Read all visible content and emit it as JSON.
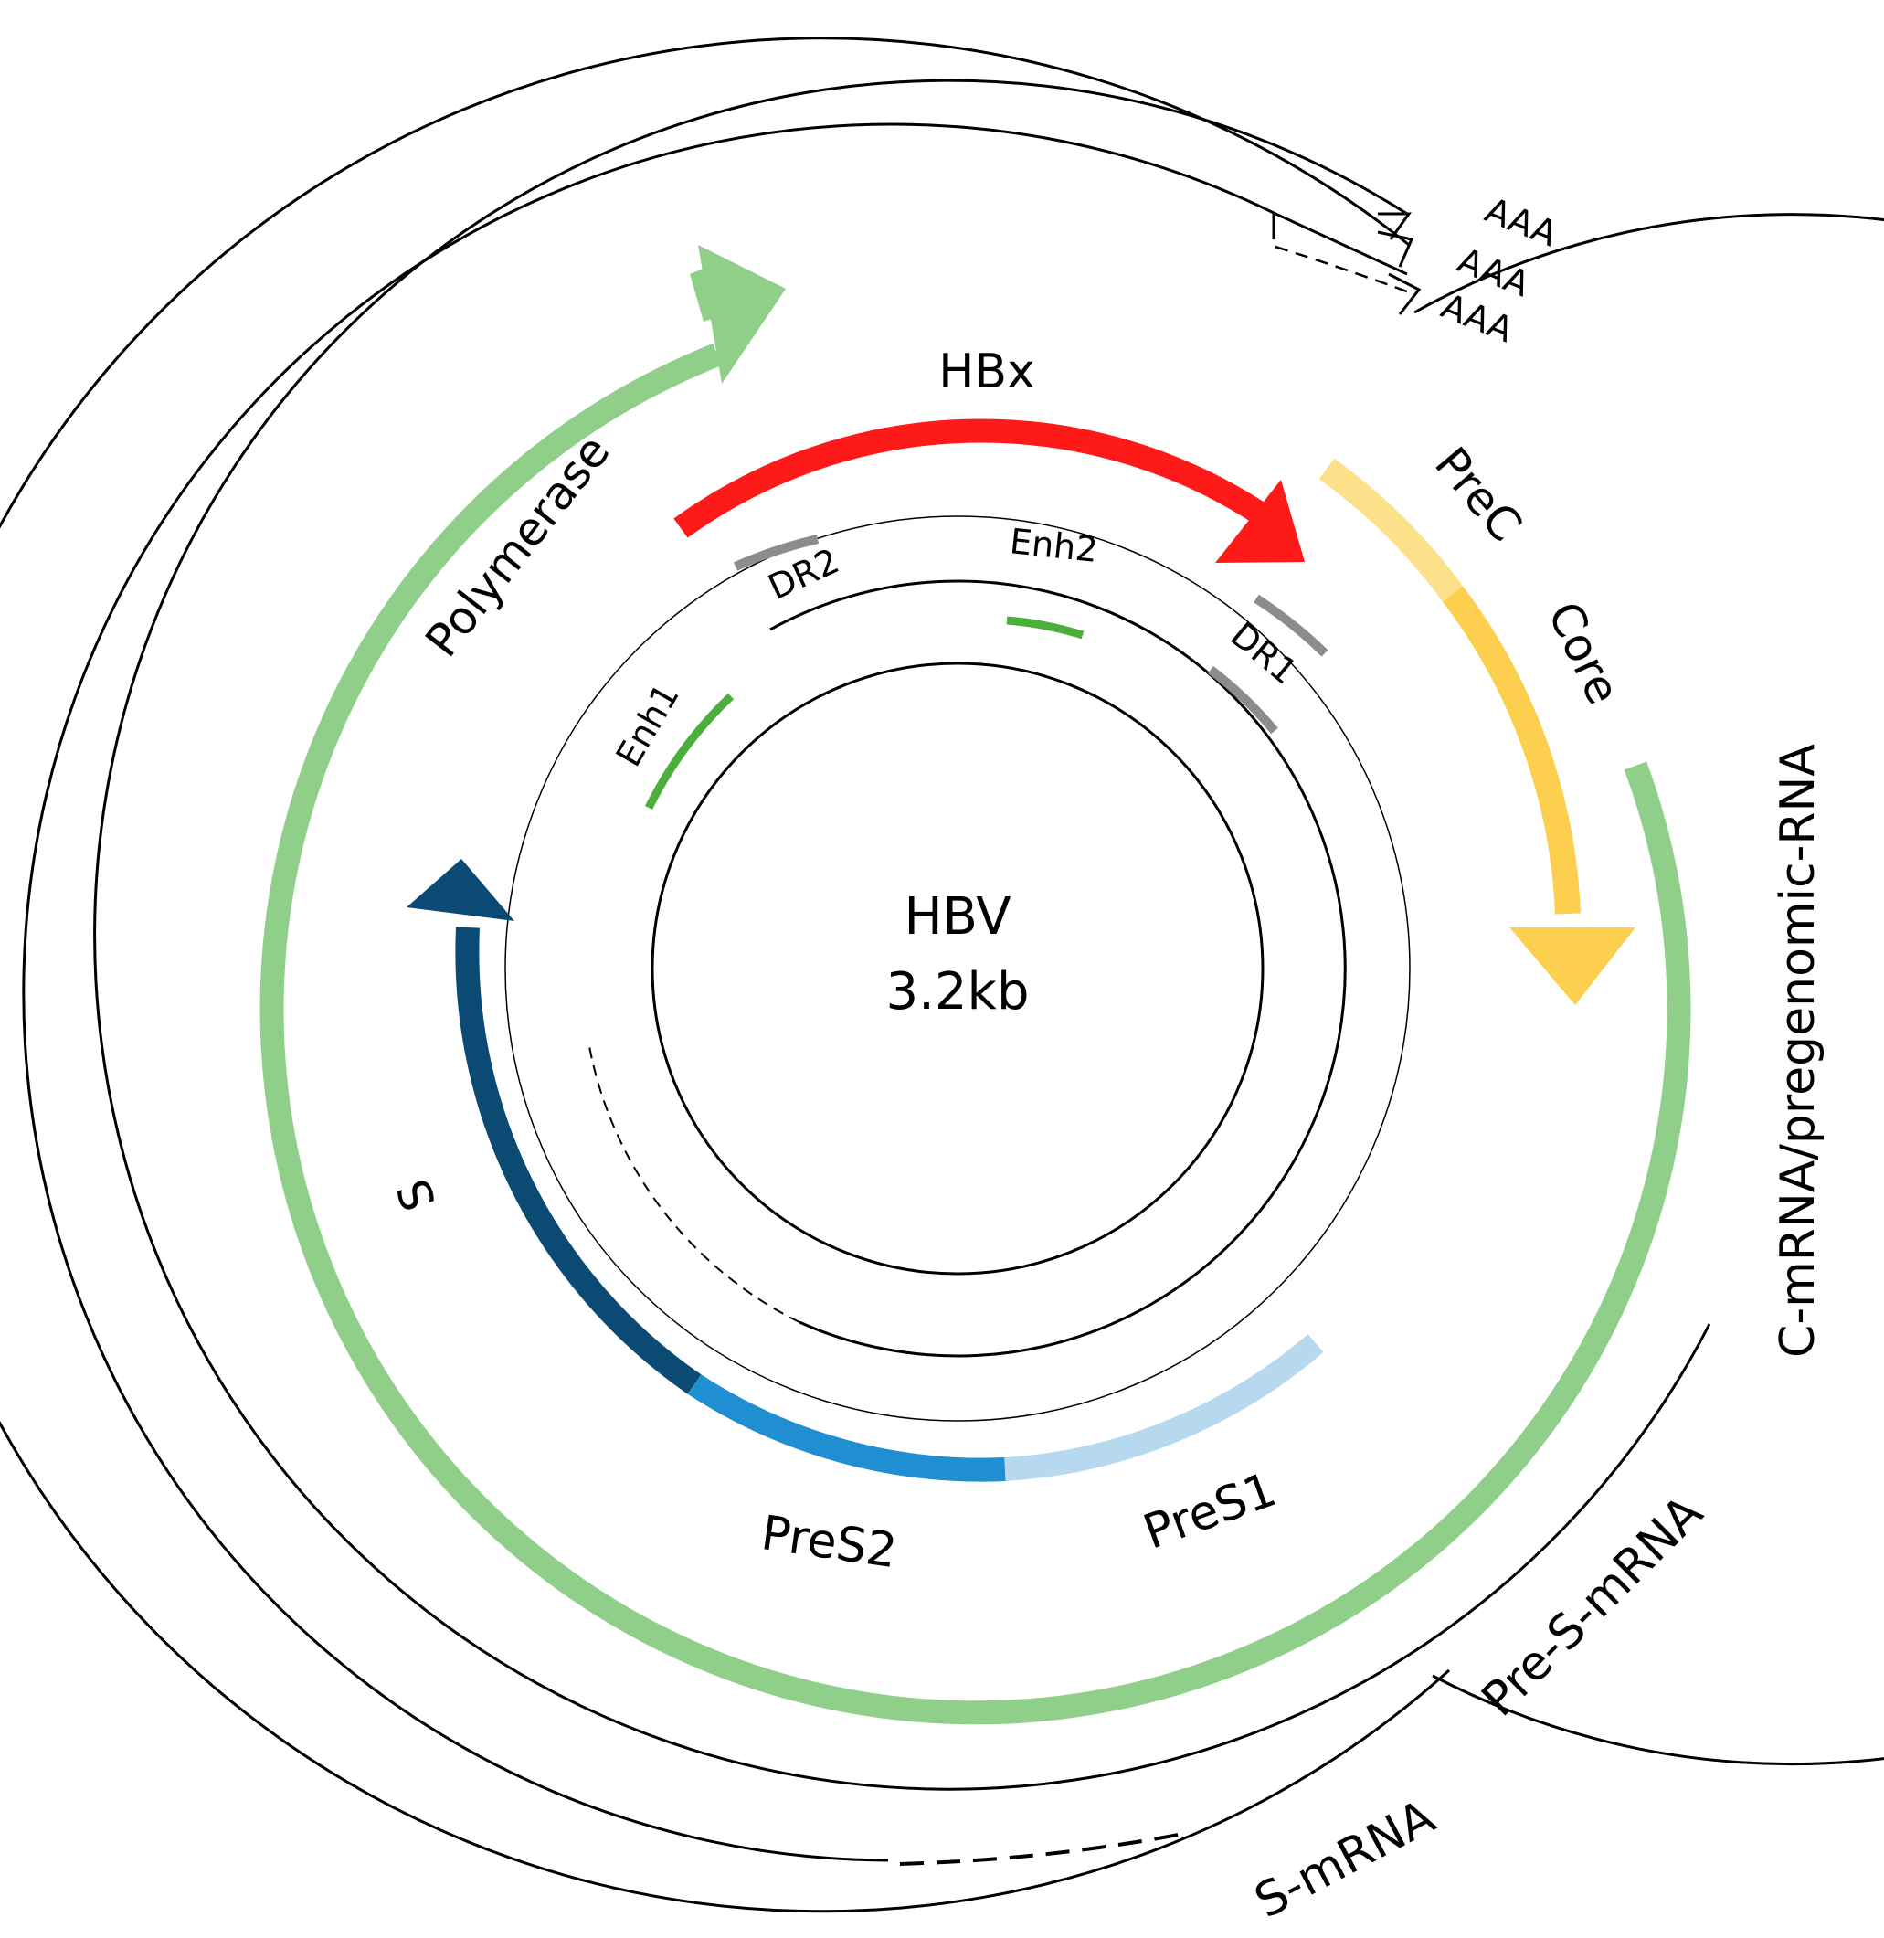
{
  "center": {
    "title": "HBV",
    "size": "3.2kb"
  },
  "genes": {
    "polymerase": "Polymerase",
    "hbx": "HBx",
    "prec": "PreC",
    "core": "Core",
    "s": "S",
    "pres2": "PreS2",
    "pres1": "PreS1"
  },
  "elements": {
    "dr1": "DR1",
    "dr2": "DR2",
    "enh1": "Enh1",
    "enh2": "Enh2"
  },
  "transcripts": {
    "c_mrna": "C-mRNA/pregenomic-RNA",
    "pre_s_mrna": "Pre-S-mRNA",
    "s_mrna": "S-mRNA",
    "polya": [
      "AAA",
      "AAA",
      "AAA"
    ]
  },
  "colors": {
    "polymerase": "#8fcf8a",
    "hbx": "#ff1a1a",
    "prec": "#fde08a",
    "core": "#fcd04e",
    "s": "#0a4a73",
    "pres2": "#1f8fd1",
    "pres1": "#b7d9ef",
    "enhancer": "#4caf3c",
    "direct_repeat": "#8c8c8c"
  }
}
